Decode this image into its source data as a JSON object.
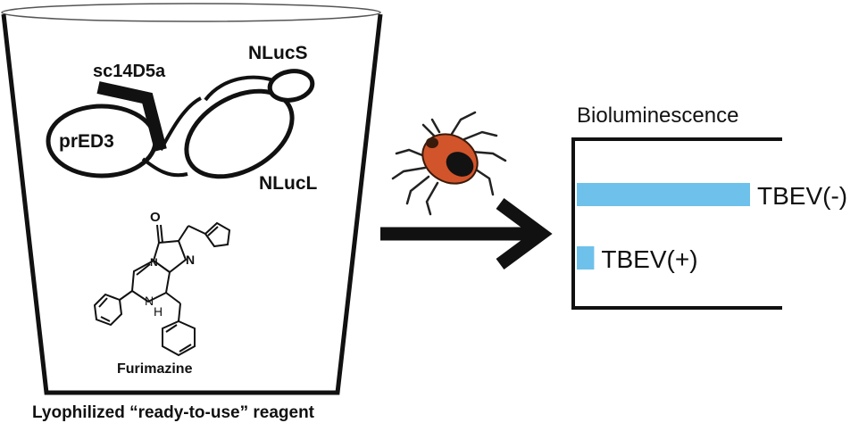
{
  "cup": {
    "caption": "Lyophilized “ready-to-use” reagent"
  },
  "sensor": {
    "label_sc": "sc14D5a",
    "label_pred3": "prED3",
    "label_nlucs": "NLucS",
    "label_nlucl": "NLucL"
  },
  "substrate": {
    "ring_atom_o": "O",
    "ring_atom_n1": "N",
    "ring_atom_n2": "N",
    "ring_atom_nh": "N",
    "ring_atom_h": "H",
    "name": "Furimazine"
  },
  "tick": {
    "icon": "tick-icon"
  },
  "result": {
    "title": "Bioluminescence",
    "bar_color": "#6ec1ea",
    "bars": [
      {
        "label": "TBEV(-)",
        "relative_signal": 1.0
      },
      {
        "label": "TBEV(+)",
        "relative_signal": 0.1
      }
    ]
  }
}
